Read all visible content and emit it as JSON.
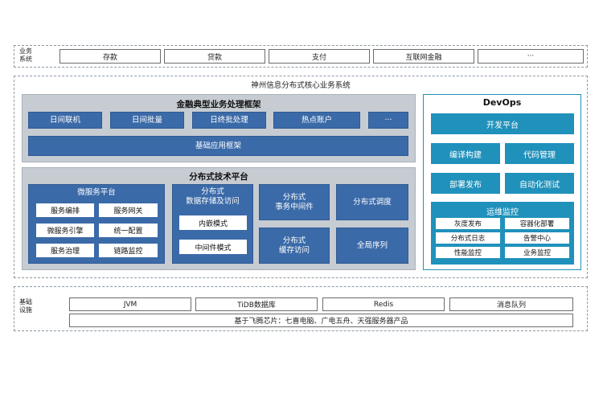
{
  "business": {
    "label": "业务\n系统",
    "items": [
      "存款",
      "贷款",
      "支付",
      "互联网金融",
      "···"
    ]
  },
  "core": {
    "title": "神州信息分布式核心业务系统",
    "framework": {
      "title": "金融典型业务处理框架",
      "items": [
        "日间联机",
        "日间批量",
        "日终批处理",
        "热点账户",
        "···"
      ],
      "base": "基础应用框架"
    },
    "tech": {
      "title": "分布式技术平台",
      "micro": {
        "title": "微服务平台",
        "items": [
          "服务编排",
          "服务网关",
          "微服务引擎",
          "统一配置",
          "服务治理",
          "链路监控"
        ]
      },
      "storage": {
        "title": "分布式\n数据存储及访问",
        "items": [
          "内嵌模式",
          "中间件模式"
        ]
      },
      "tx": "分布式\n事务中间件",
      "cache": "分布式\n缓存访问",
      "schedule": "分布式调度",
      "seq": "全局序列"
    },
    "devops": {
      "title": "DevOps",
      "platform": "开发平台",
      "items": [
        "编译构建",
        "代码管理",
        "部署发布",
        "自动化测试"
      ],
      "ops": {
        "title": "运维监控",
        "items": [
          "灰度发布",
          "容器化部署",
          "分布式日志",
          "告警中心",
          "性能监控",
          "业务监控"
        ]
      }
    }
  },
  "infra": {
    "label": "基础\n设施",
    "items": [
      "JVM",
      "TiDB数据库",
      "Redis",
      "消息队列"
    ],
    "chip": "基于飞腾芯片：七喜电脑、广电五舟、天强服务器产品"
  }
}
